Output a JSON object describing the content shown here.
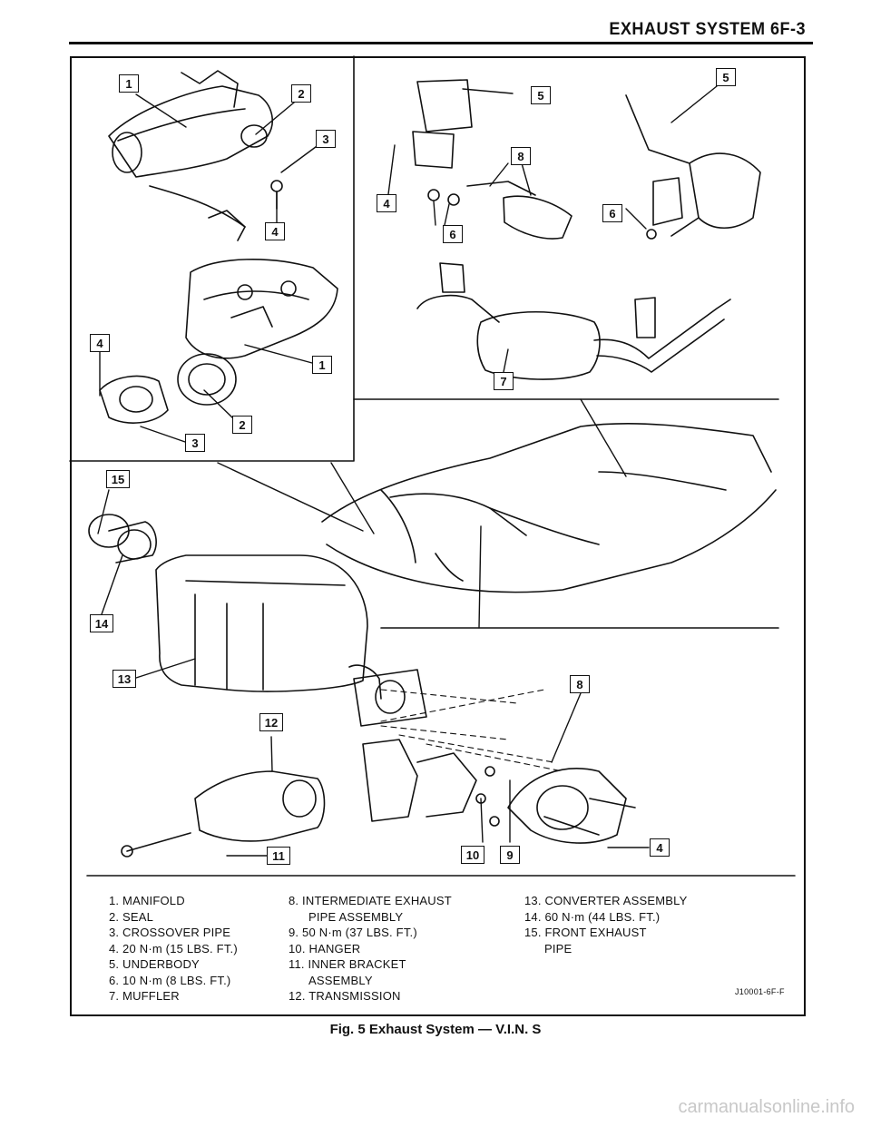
{
  "header": {
    "title": "EXHAUST SYSTEM 6F-3"
  },
  "callouts": {
    "c1a": "1",
    "c2a": "2",
    "c3a": "3",
    "c4a": "4",
    "c4b": "4",
    "c1b": "1",
    "c2b": "2",
    "c3b": "3",
    "c5a": "5",
    "c8a": "8",
    "c4c": "4",
    "c6a": "6",
    "c5b": "5",
    "c6b": "6",
    "c7a": "7",
    "c15": "15",
    "c14": "14",
    "c13": "13",
    "c12": "12",
    "c11": "11",
    "c10": "10",
    "c9": "9",
    "c8b": "8",
    "c4d": "4"
  },
  "legend": {
    "col1": [
      "1. MANIFOLD",
      "2. SEAL",
      "3. CROSSOVER PIPE",
      "4. 20 N·m (15 LBS. FT.)",
      "5. UNDERBODY",
      "6. 10 N·m (8 LBS. FT.)",
      "7. MUFFLER"
    ],
    "col2": [
      "8. INTERMEDIATE EXHAUST",
      "PIPE ASSEMBLY",
      "9. 50 N·m (37 LBS. FT.)",
      "10. HANGER",
      "11. INNER BRACKET",
      "ASSEMBLY",
      "12. TRANSMISSION"
    ],
    "col3": [
      "13. CONVERTER ASSEMBLY",
      "14. 60 N·m (44 LBS. FT.)",
      "15. FRONT EXHAUST",
      "PIPE"
    ]
  },
  "part_code": "J10001-6F-F",
  "caption": "Fig. 5 Exhaust System — V.I.N. S",
  "watermark": "carmanualsonline.info"
}
